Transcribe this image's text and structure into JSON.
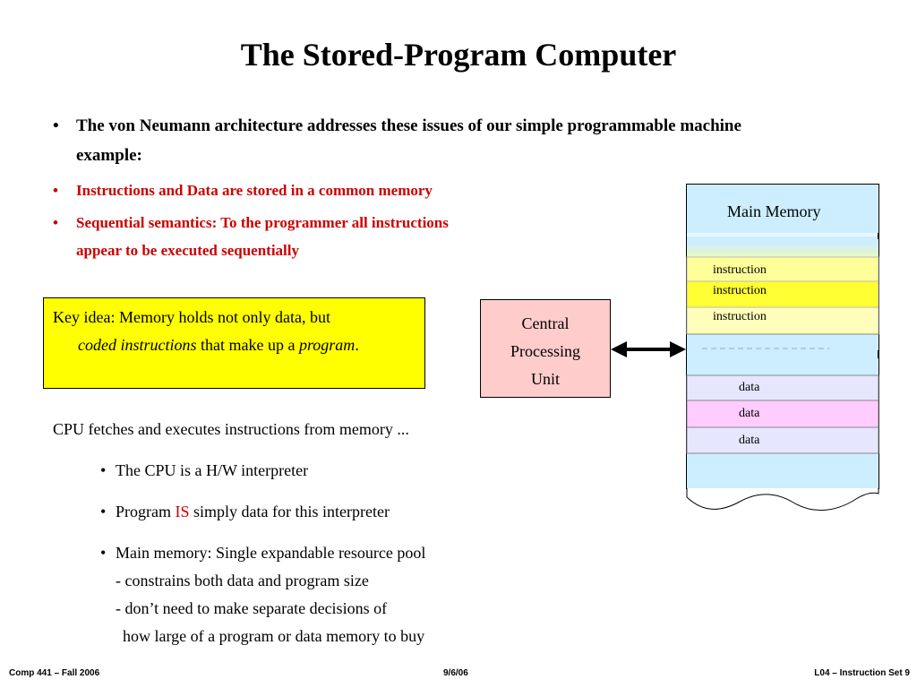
{
  "title": "The Stored-Program Computer",
  "bullets": {
    "b1_line1": "The von Neumann architecture addresses these issues of our simple programmable machine",
    "b1_line2": "example:",
    "b2": "Instructions and Data are stored in a common memory",
    "b3_line1": "Sequential semantics: To the programmer all instructions",
    "b3_line2": "appear to be executed sequentially",
    "marker": "•"
  },
  "keybox": {
    "line1": "Key idea: Memory holds not only data, but",
    "coded": "coded instructions",
    "middle": " that make up a ",
    "program": "program",
    "end": "."
  },
  "cpu": {
    "line1": "Central",
    "line2": "Processing",
    "line3": "Unit"
  },
  "memory": {
    "title": "Main Memory",
    "instr1": "instruction",
    "instr2": "instruction",
    "instr3": "instruction",
    "data1": "data",
    "data2": "data",
    "data3": "data"
  },
  "body": {
    "fetch": "CPU fetches and executes instructions from memory ...",
    "s1": "The CPU is a H/W interpreter",
    "s2_pre": "Program ",
    "s2_is": "IS",
    "s2_post": " simply data for this interpreter",
    "s3_line1": "Main memory: Single expandable resource pool",
    "s3_line2": "- constrains both data and program size",
    "s3_line3": "- don’t need to make separate decisions of",
    "s3_line4": "how large of a program or data memory to buy"
  },
  "footer": {
    "left": "Comp 441 – Fall 2006",
    "center": "9/6/06",
    "right": "L04 – Instruction Set   9"
  },
  "colors": {
    "red": "#cc0000",
    "key_box": "#ffff00",
    "cpu_box": "#ffcccc",
    "memory_bg": "#cceeff",
    "instruction_cell": "#ffff99",
    "data_cell_lavender": "#e6e6ff",
    "data_cell_pink": "#ffccff"
  }
}
